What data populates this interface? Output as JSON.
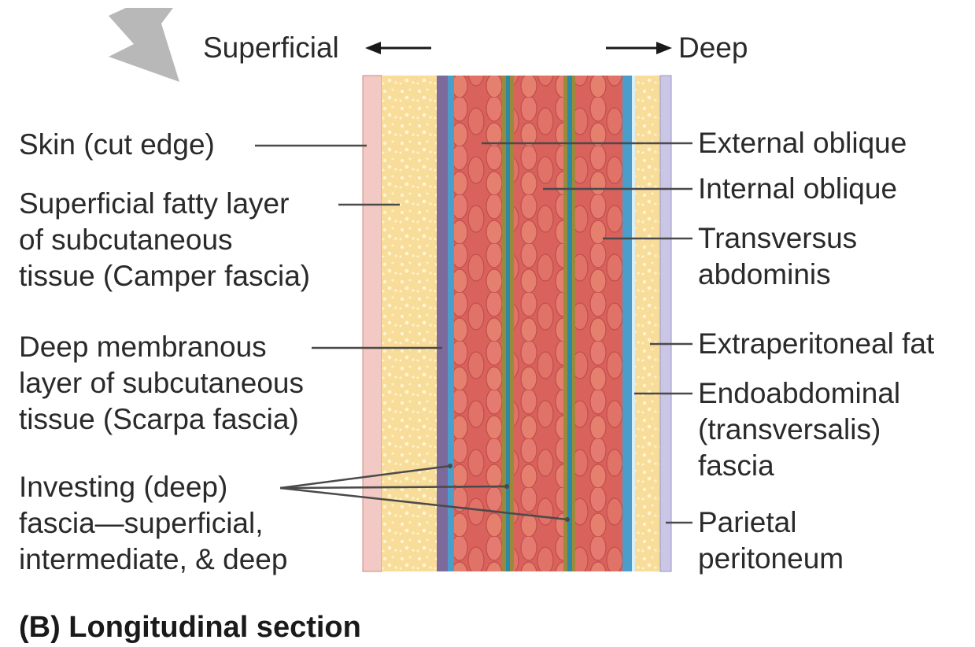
{
  "direction": {
    "superficial": "Superficial",
    "deep": "Deep"
  },
  "left_labels": {
    "skin": [
      "Skin (cut edge)"
    ],
    "camper": [
      "Superficial fatty layer",
      "of subcutaneous",
      "tissue (Camper fascia)"
    ],
    "scarpa": [
      "Deep membranous",
      "layer of subcutaneous",
      "tissue (Scarpa fascia)"
    ],
    "investing": [
      "Investing (deep)",
      "fascia—superficial,",
      "intermediate, & deep"
    ]
  },
  "right_labels": {
    "external_oblique": [
      "External oblique"
    ],
    "internal_oblique": [
      "Internal oblique"
    ],
    "transversus": [
      "Transversus",
      "abdominis"
    ],
    "extraperitoneal": [
      "Extraperitoneal fat"
    ],
    "endoabdominal": [
      "Endoabdominal",
      "(transversalis)",
      "fascia"
    ],
    "parietal": [
      "Parietal",
      "peritoneum"
    ]
  },
  "caption": "(B) Longitudinal section",
  "colors": {
    "skin": "#f2c9c4",
    "fat": "#f7dc9a",
    "fascia_purple": "#7d6a9c",
    "fascia_blue": "#4a9ec9",
    "muscle": "#d9625d",
    "fascia_olive": "#9a8a3a",
    "peritoneum": "#c9c6e6",
    "leader": "#4a4a4a",
    "arrow": "#b8b8b8"
  }
}
